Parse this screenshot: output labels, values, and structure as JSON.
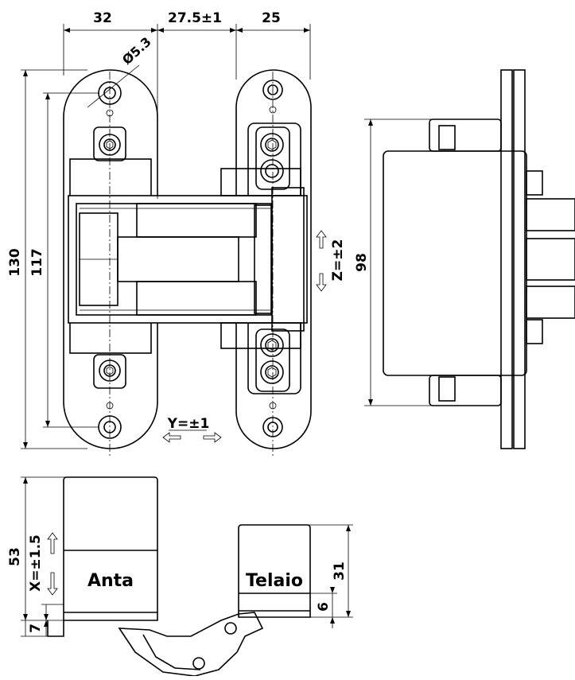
{
  "dimensions": {
    "top_left": "32",
    "top_middle": "27.5±1",
    "top_right": "25",
    "hole_diameter": "Ø5.3",
    "overall_height": "130",
    "hole_spacing": "117",
    "z_adjust": "Z=±2",
    "side_height": "98",
    "y_adjust": "Y=±1",
    "leaf_depth": "53",
    "x_adjust": "X=±1.5",
    "bottom_offset": "7",
    "frame_depth": "31",
    "frame_offset": "6"
  },
  "labels": {
    "leaf": "Anta",
    "frame": "Telaio"
  }
}
